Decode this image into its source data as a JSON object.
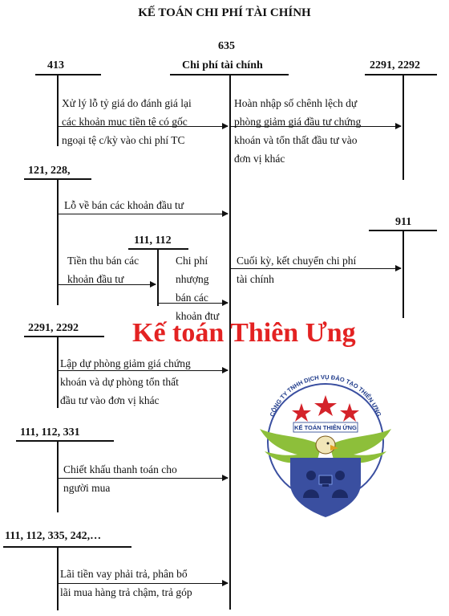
{
  "title": "KẾ TOÁN CHI PHÍ TÀI CHÍNH",
  "main_account": {
    "code": "635",
    "name": "Chi phí tài chính"
  },
  "accounts": {
    "a413": "413",
    "a2291_right": "2291, 2292",
    "a121": "121, 228,",
    "a911": "911",
    "a111_112": "111, 112",
    "a2291_left": "2291, 2292",
    "a111_112_331": "111, 112, 331",
    "a111_112_335": "111, 112, 335, 242,…"
  },
  "entries": {
    "e413": [
      "Xử lý lỗ tỷ giá do đánh giá lại",
      "các khoản mục tiền tệ có gốc",
      "ngoại tệ c/kỳ vào chi phí TC"
    ],
    "e2291_reversal": [
      "Hoàn nhập số chênh lệch dự",
      "phòng giảm giá đầu tư chứng",
      "khoán và tổn thất đầu tư vào",
      "đơn vị khác"
    ],
    "e121_loss": "Lỗ về bán các khoản đầu tư",
    "e_proceeds": [
      "Tiền thu bán các",
      "khoản đầu tư"
    ],
    "e_transfer_cost": [
      "Chi phí",
      "nhượng",
      "bán các",
      "khoản đtư"
    ],
    "e911": [
      "Cuối kỳ, kết chuyển chi phí",
      "tài chính"
    ],
    "e2291_provision": [
      "Lập dự phòng giảm giá chứng",
      "khoán và dự phòng tổn thất",
      "đầu tư vào đơn vị khác"
    ],
    "e_discount": [
      "Chiết khấu thanh toán cho",
      "người mua"
    ],
    "e_interest": [
      "Lãi tiền vay phải trả, phân bổ",
      "lãi mua hàng trả chậm, trả góp"
    ]
  },
  "watermark": "Kế toán Thiên Ưng",
  "logo": {
    "arc_text": "CÔNG TY TNHH DỊCH VỤ ĐÀO TẠO THIÊN ƯNG",
    "banner": "KẾ TOÁN THIÊN ỨNG",
    "colors": {
      "shield": "#3a4fa0",
      "stars": "#d4232a",
      "wings": "#8dbf3a",
      "text": "#1e3a8a"
    }
  }
}
